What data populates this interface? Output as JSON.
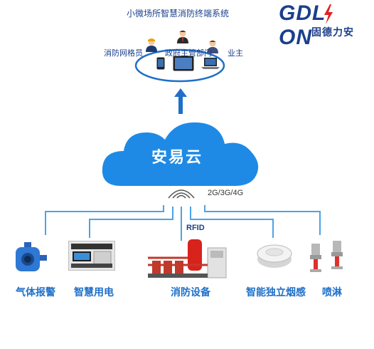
{
  "header": {
    "title": "小微场所智慧消防终端系统",
    "logo_word_left": "GDL",
    "logo_word_right": "ON",
    "logo_cn": "固德力安"
  },
  "stakeholders": [
    {
      "label": "消防网格员"
    },
    {
      "label": "政府主管部门"
    },
    {
      "label": "业主"
    }
  ],
  "cloud": {
    "label": "安易云"
  },
  "network": {
    "label": "2G/3G/4G",
    "rfid": "RFID"
  },
  "devices": [
    {
      "label": "气体报警"
    },
    {
      "label": "智慧用电"
    },
    {
      "label": "消防设备"
    },
    {
      "label": "智能独立烟感"
    },
    {
      "label": "喷淋"
    }
  ],
  "colors": {
    "accent": "#1e6fc8",
    "cloud": "#1e8ae6",
    "line": "#4aa3e8",
    "logo": "#1a3f8c",
    "bolt": "#e02020"
  }
}
